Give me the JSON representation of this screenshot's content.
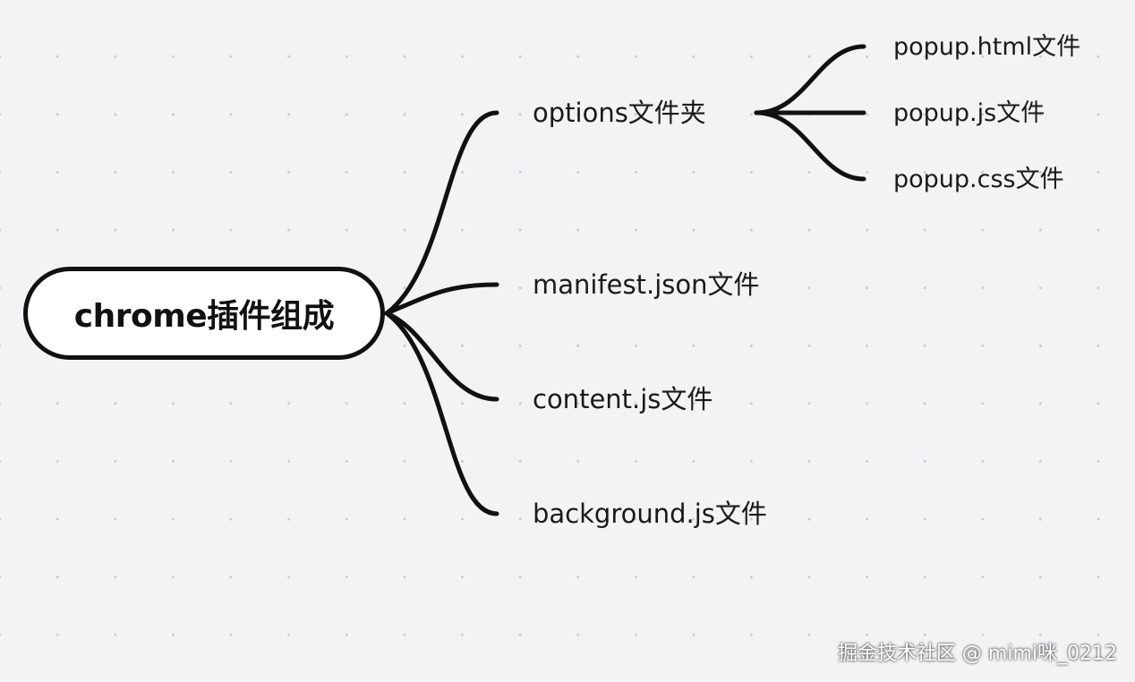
{
  "root": {
    "label": "chrome插件组成"
  },
  "branches": [
    {
      "label": "options文件夹"
    },
    {
      "label": "manifest.json文件"
    },
    {
      "label": "content.js文件"
    },
    {
      "label": "background.js文件"
    }
  ],
  "options_children": [
    {
      "label": "popup.html文件"
    },
    {
      "label": "popup.js文件"
    },
    {
      "label": "popup.css文件"
    }
  ],
  "watermark": {
    "text": "掘金技术社区 @ mimi咪_0212"
  },
  "colors": {
    "background": "#f3f3f5",
    "line": "#111111",
    "root_fill": "#ffffff"
  }
}
